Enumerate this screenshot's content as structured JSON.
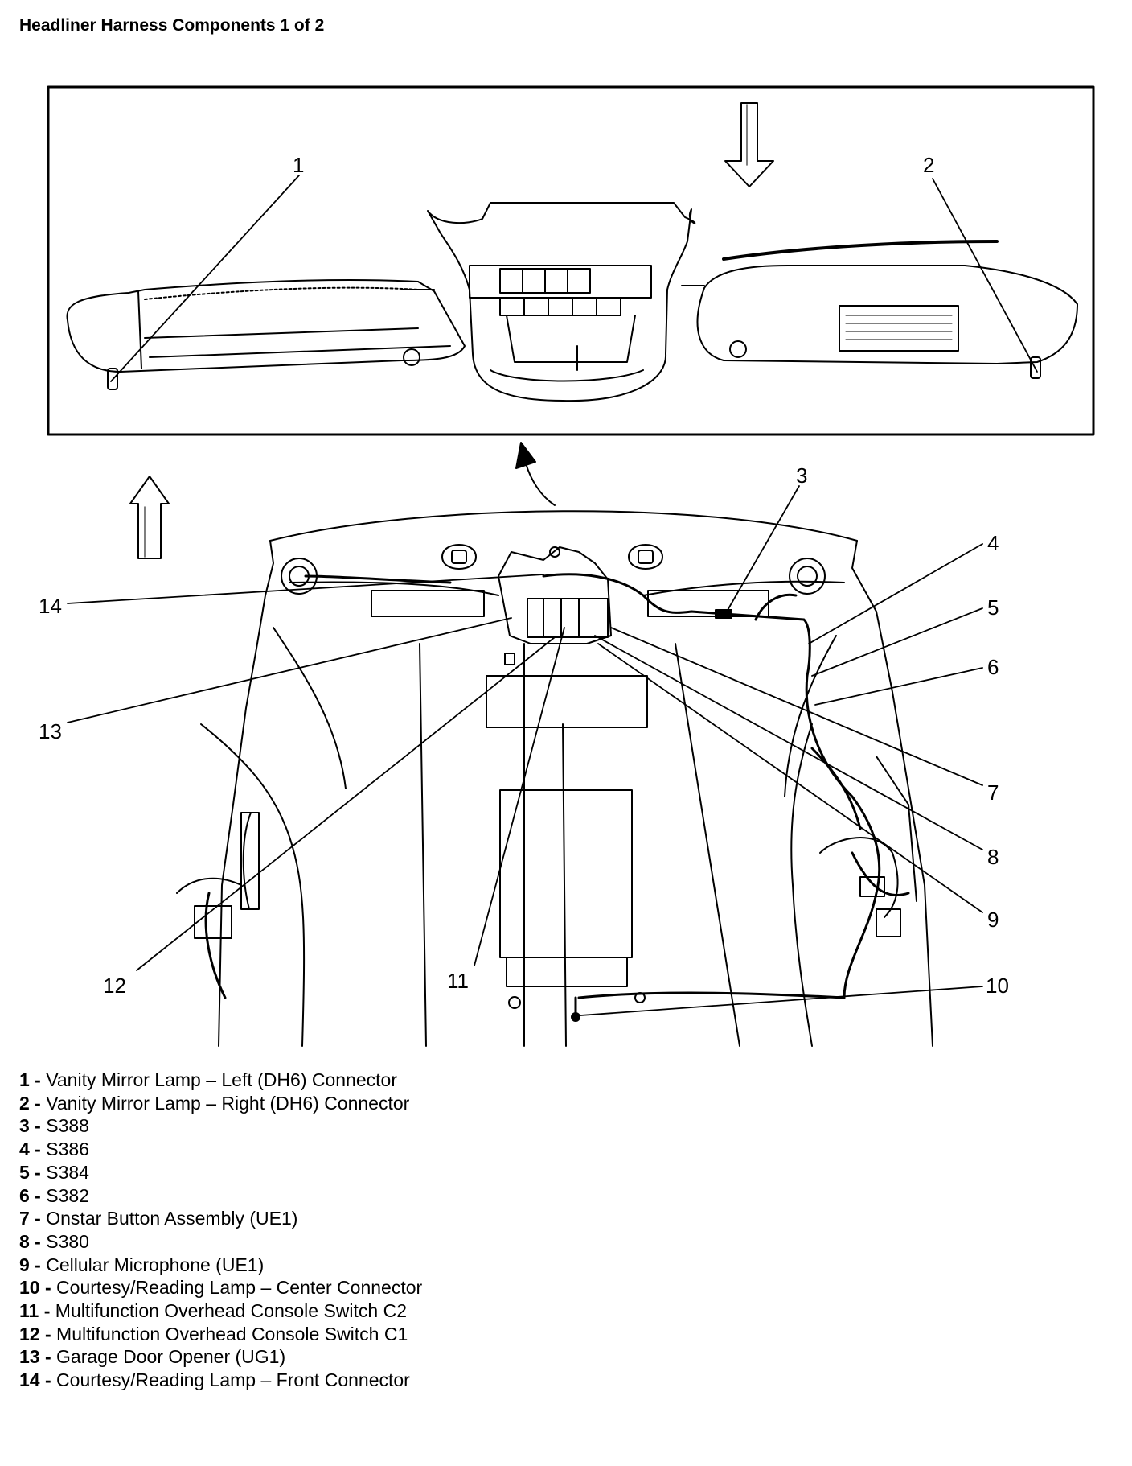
{
  "title": "Headliner Harness Components 1 of 2",
  "callouts": [
    "1",
    "2",
    "3",
    "4",
    "5",
    "6",
    "7",
    "8",
    "9",
    "10",
    "11",
    "12",
    "13",
    "14"
  ],
  "legend": [
    {
      "num": "1",
      "sep": " - ",
      "text": "Vanity Mirror Lamp – Left (DH6) Connector"
    },
    {
      "num": "2",
      "sep": " - ",
      "text": "Vanity Mirror Lamp – Right (DH6) Connector"
    },
    {
      "num": "3",
      "sep": " - ",
      "text": "S388"
    },
    {
      "num": "4",
      "sep": " - ",
      "text": "S386"
    },
    {
      "num": "5",
      "sep": " - ",
      "text": "S384"
    },
    {
      "num": "6",
      "sep": " - ",
      "text": "S382"
    },
    {
      "num": "7",
      "sep": " - ",
      "text": "Onstar Button Assembly (UE1)"
    },
    {
      "num": "8",
      "sep": " - ",
      "text": "S380"
    },
    {
      "num": "9",
      "sep": " - ",
      "text": "Cellular Microphone (UE1)"
    },
    {
      "num": "10",
      "sep": " - ",
      "text": "Courtesy/Reading Lamp – Center Connector"
    },
    {
      "num": "11",
      "sep": " - ",
      "text": "Multifunction Overhead Console Switch C2"
    },
    {
      "num": "12",
      "sep": " - ",
      "text": "Multifunction Overhead Console Switch C1"
    },
    {
      "num": "13",
      "sep": " - ",
      "text": "Garage Door Opener (UG1)"
    },
    {
      "num": "14",
      "sep": " - ",
      "text": "Courtesy/Reading Lamp – Front Connector"
    }
  ]
}
